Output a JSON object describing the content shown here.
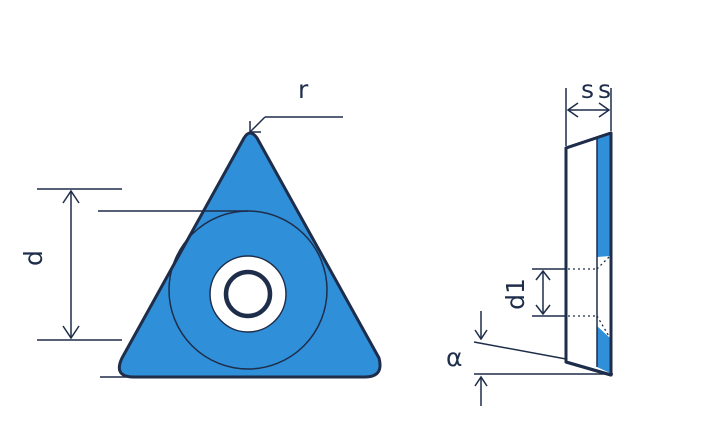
{
  "colors": {
    "fill": "#2f8fd8",
    "outline": "#1e2d4a",
    "line": "#1e2d4a",
    "hole_fill": "#ffffff"
  },
  "labels": {
    "radius": "r",
    "inscribed_diameter": "d",
    "thickness_a": "s",
    "thickness_b": "s",
    "hole_diameter": "d1",
    "clearance_angle": "α"
  }
}
